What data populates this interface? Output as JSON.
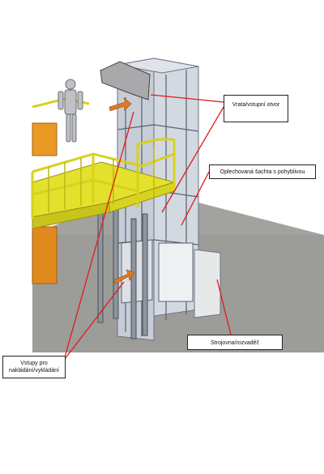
{
  "callouts": {
    "gate": "Vrata/vstupní otvor",
    "shaft": "Oplechovaná šachta s pohyblivou",
    "machine_room": "Strojovna/rozvaděč",
    "loading": "Vstupy pro nakládání/vykládání"
  },
  "colors": {
    "platform_yellow": "#e5e432",
    "railing_yellow": "#d7d21c",
    "orange_block": "#e08a1e",
    "floor_gray": "#9a9a97",
    "shaft_glass": "#c9d0d8",
    "leader_red": "#e11a1a"
  }
}
